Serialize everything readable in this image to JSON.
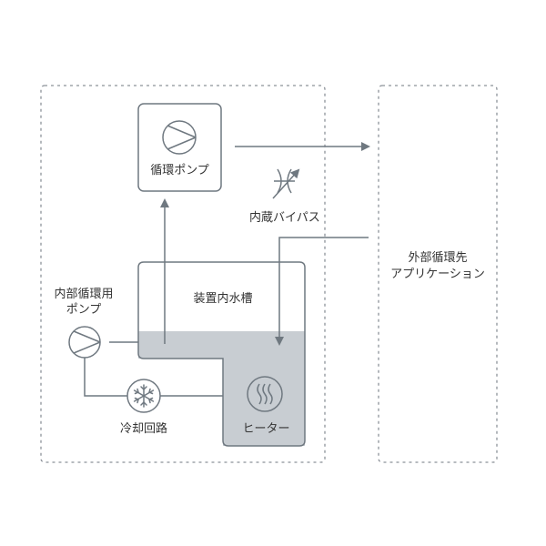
{
  "labels": {
    "circulation_pump": "循環ポンプ",
    "internal_bypass": "内蔵バイパス",
    "internal_pump_line1": "内部循環用",
    "internal_pump_line2": "ポンプ",
    "tank": "装置内水槽",
    "heater": "ヒーター",
    "cooling_circuit": "冷却回路",
    "external_line1": "外部循環先",
    "external_line2": "アプリケーション"
  },
  "colors": {
    "line": "#6f7880",
    "dashed_border": "#8c9299",
    "water_fill": "#c8cdd2",
    "text": "#333333"
  }
}
